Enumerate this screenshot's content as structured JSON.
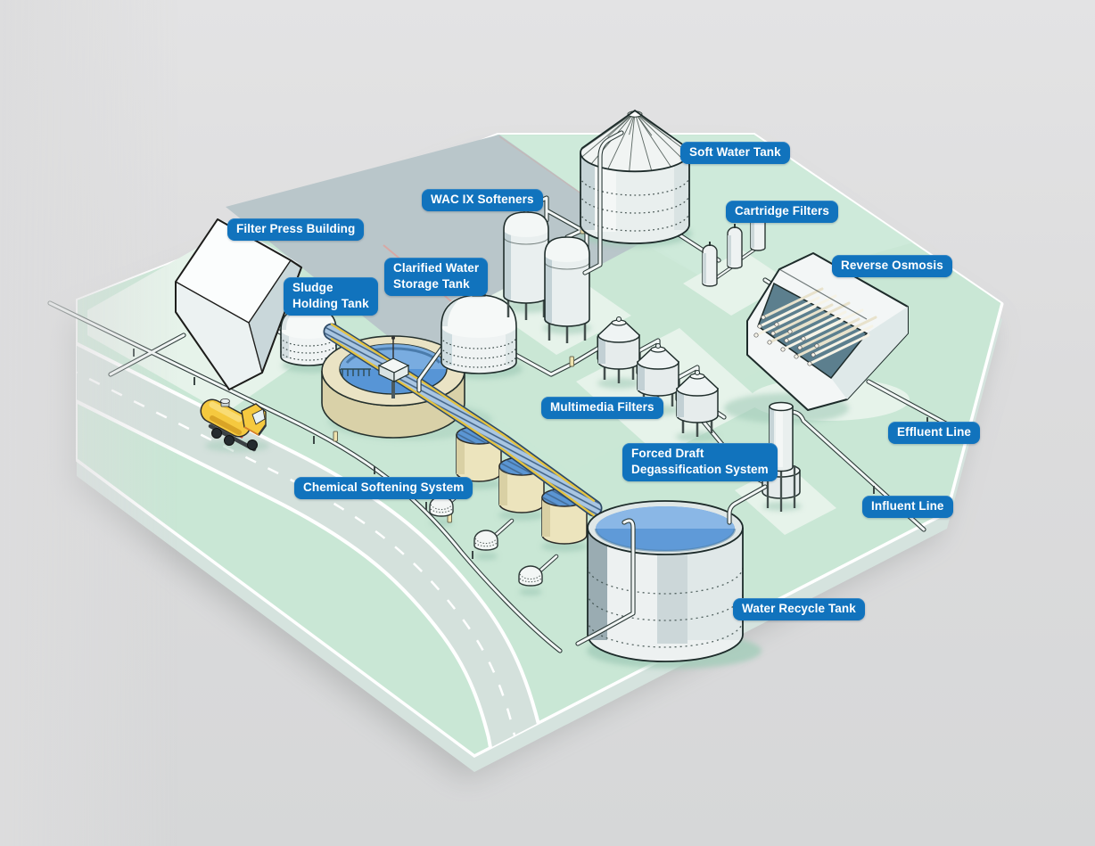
{
  "labels": {
    "filter_press": {
      "text": "Filter Press Building"
    },
    "sludge": {
      "text": "Sludge\nHolding Tank"
    },
    "clarified": {
      "text": "Clarified Water\nStorage Tank"
    },
    "wac_ix": {
      "text": "WAC IX Softeners"
    },
    "soft_water": {
      "text": "Soft Water Tank"
    },
    "cartridge": {
      "text": "Cartridge Filters"
    },
    "reverse_osmosis": {
      "text": "Reverse Osmosis"
    },
    "multimedia": {
      "text": "Multimedia Filters"
    },
    "forced_draft": {
      "text": "Forced Draft\nDegassification System"
    },
    "effluent": {
      "text": "Effluent Line"
    },
    "influent": {
      "text": "Influent Line"
    },
    "chemical": {
      "text": "Chemical Softening System"
    },
    "water_recycle": {
      "text": "Water Recycle Tank"
    }
  },
  "colors": {
    "label_bg": "#1173bd",
    "label_text": "#ffffff",
    "background": "#dcdcdd",
    "site_green": "#c9e7d5",
    "site_side": "#d5e3de",
    "parking_gray": "#b9c6ca",
    "road_gray": "#d4e1dc",
    "water_blue": "#5f9ad8",
    "water_blue_light": "#8ab7e6",
    "clarifier_ring_tan": "#eae3c4",
    "cascade_tank_beige": "#ece4bd",
    "steel_light": "#edf1f1",
    "steel_shade": "#c6d4d7",
    "recess_teal": "#5c7f8e",
    "truck_yellow": "#f5c93f",
    "outline_dark": "#1d2b2a",
    "rail_yellow": "#e5c33f"
  }
}
